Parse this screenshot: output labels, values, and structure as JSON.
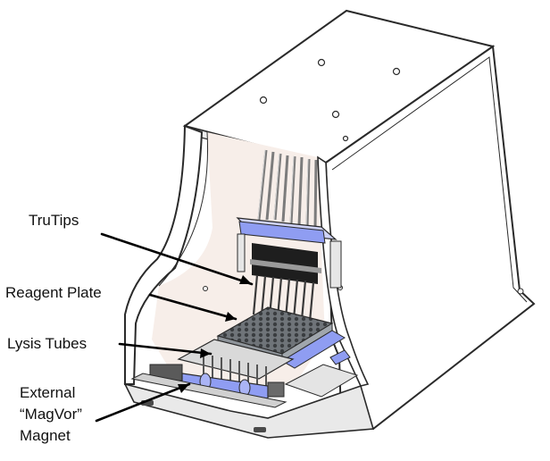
{
  "labels": {
    "trutips": "TruTips",
    "reagent_plate": "Reagent Plate",
    "lysis_tubes": "Lysis Tubes",
    "magnet": "External\n“MagVor”\nMagnet"
  },
  "colors": {
    "background": "#ffffff",
    "outline": "#2a2a2a",
    "interior": "#f7eee9",
    "accent_blue": "#8f9df2",
    "dark_parts": "#1e1e1e",
    "plate": "#6f7479"
  }
}
